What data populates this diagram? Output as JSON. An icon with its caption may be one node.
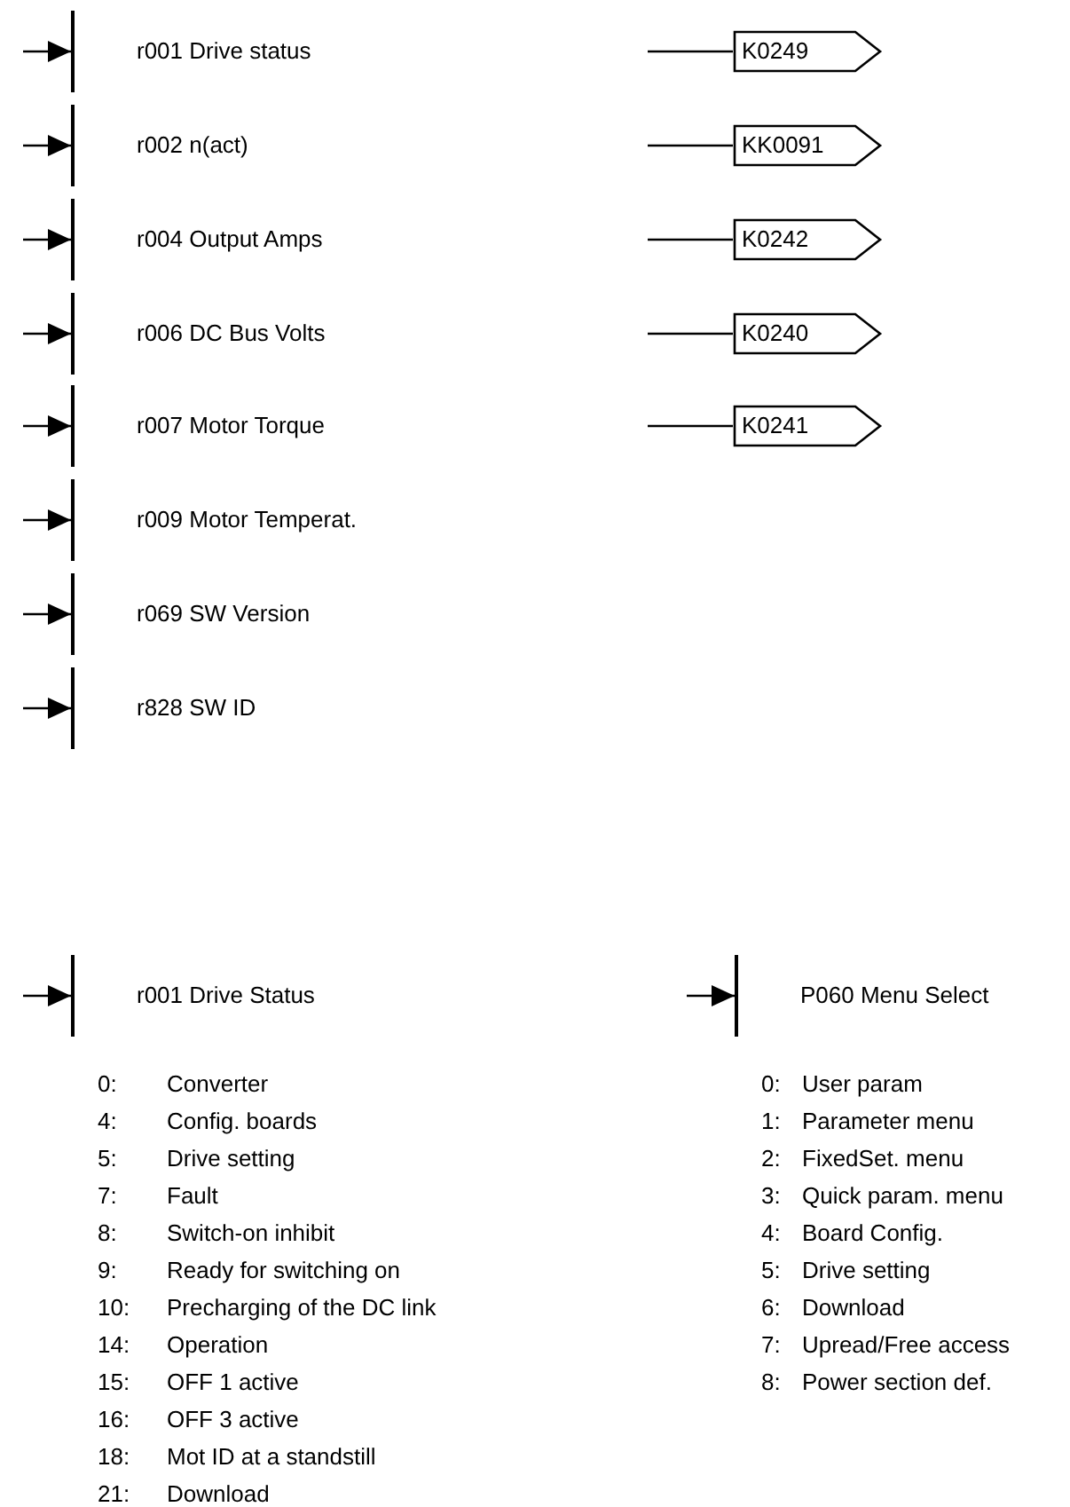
{
  "diagram": {
    "nodes": [
      {
        "text": [
          "r001 Drive status"
        ]
      },
      {
        "text": [
          "K0249"
        ]
      },
      {
        "text": [
          "r002 n(act)"
        ]
      },
      {
        "text": [
          "KK0091"
        ]
      },
      {
        "text": [
          "r004 Output Amps"
        ]
      },
      {
        "text": [
          "K0242"
        ]
      },
      {
        "text": [
          "r006 DC Bus Volts"
        ]
      },
      {
        "text": [
          "K0240"
        ]
      },
      {
        "text": [
          "r007 Motor Torque"
        ]
      },
      {
        "text": [
          "K0241"
        ]
      },
      {
        "text": [
          "r009 Motor Temperat."
        ]
      },
      {
        "text": [
          "r069 SW Version"
        ]
      },
      {
        "text": [
          "r828 SW ID"
        ]
      },
      {
        "text": [
          "r001 Drive Status"
        ]
      },
      {
        "text": [
          "P060 Menu Select"
        ]
      }
    ],
    "edges": [
      {
        "from": null,
        "to": 0,
        "arrow": "to"
      },
      {
        "from": null,
        "to": 1,
        "arrow": "none"
      },
      {
        "from": null,
        "to": 2,
        "arrow": "to"
      },
      {
        "from": null,
        "to": 3,
        "arrow": "none"
      },
      {
        "from": null,
        "to": 4,
        "arrow": "to"
      },
      {
        "from": null,
        "to": 5,
        "arrow": "none"
      },
      {
        "from": null,
        "to": 6,
        "arrow": "to"
      },
      {
        "from": null,
        "to": 7,
        "arrow": "none"
      },
      {
        "from": null,
        "to": 8,
        "arrow": "to"
      },
      {
        "from": null,
        "to": 9,
        "arrow": "none"
      },
      {
        "from": null,
        "to": 10,
        "arrow": "to"
      },
      {
        "from": null,
        "to": 11,
        "arrow": "to"
      },
      {
        "from": null,
        "to": 12,
        "arrow": "to"
      },
      {
        "from": null,
        "to": 13,
        "arrow": "to"
      },
      {
        "from": null,
        "to": 14,
        "arrow": "to"
      }
    ],
    "labels": [
      "0:",
      "Converter",
      "4:",
      "Config. boards",
      "5:",
      "Drive setting",
      "7:",
      "Fault",
      "8:",
      "Switch-on inhibit",
      "9:",
      "Ready for switching on",
      "10:",
      "Precharging of the DC link",
      "14:",
      "Operation",
      "15:",
      "OFF 1 active",
      "16:",
      "OFF 3 active",
      "18:",
      "Mot ID at a standstill",
      "21:",
      "Download",
      "0:",
      "User param",
      "1:",
      "Parameter menu",
      "2:",
      "FixedSet. menu",
      "3:",
      "Quick param. menu",
      "4:",
      "Board Config.",
      "5:",
      "Drive setting",
      "6:",
      "Download",
      "7:",
      "Upread/Free access",
      "8:",
      "Power section def."
    ]
  }
}
